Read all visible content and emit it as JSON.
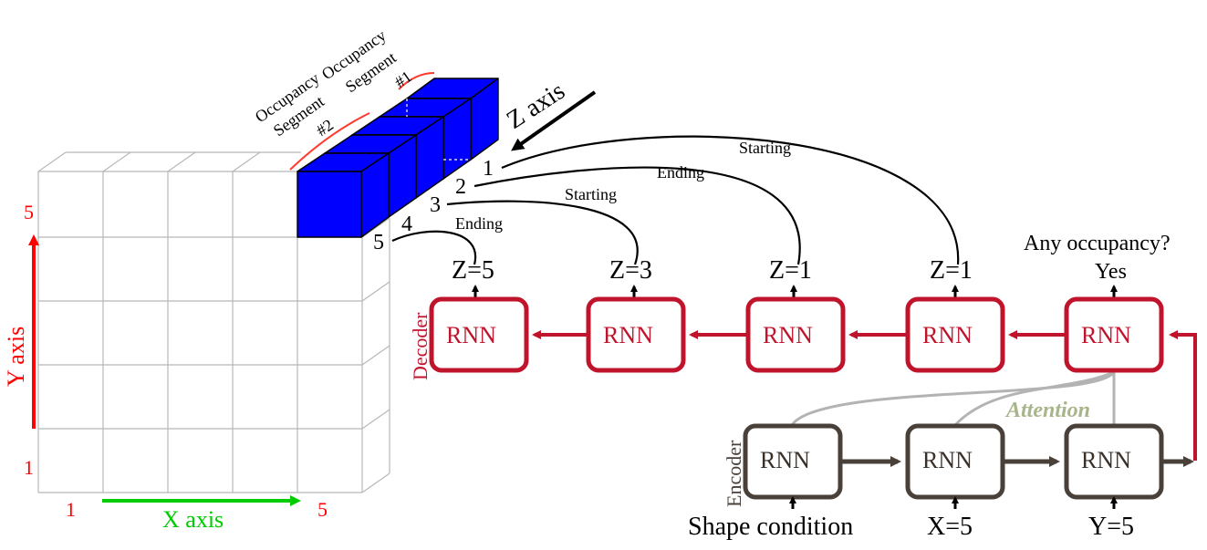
{
  "colors": {
    "grid": "#b8b8b8",
    "cube_fill": "#0000ff",
    "cube_stroke": "#000000",
    "decoder": "#c0142c",
    "decoder_text": "#c0142c",
    "encoder": "#4a403a",
    "encoder_text": "#3a302a",
    "attention_line": "#b3b3b3",
    "attention_text": "#a8b48a",
    "axis_y": "#ff0000",
    "axis_x": "#00cc00",
    "tick": "#ff0000",
    "brace": "#ff3b30"
  },
  "axes": {
    "x_label": "X axis",
    "y_label": "Y axis",
    "z_label": "Z axis",
    "x_tick_start": "1",
    "x_tick_end": "5",
    "y_tick_top": "5",
    "y_tick_bottom": "1"
  },
  "z_ticks": [
    "1",
    "2",
    "3",
    "4",
    "5"
  ],
  "segments": {
    "seg1_line1": "Occupancy",
    "seg1_line2": "Segment",
    "seg1_line3": "#1",
    "seg2_line1": "Occupancy",
    "seg2_line2": "Segment",
    "seg2_line3": "#2"
  },
  "decoder": {
    "label": "Decoder",
    "cell_label": "RNN",
    "outputs": [
      "Z=5",
      "Z=3",
      "Z=1",
      "Z=1",
      "Yes"
    ],
    "question": "Any occupancy?"
  },
  "encoder": {
    "label": "Encoder",
    "cell_label": "RNN",
    "inputs": [
      "Shape condition",
      "X=5",
      "Y=5"
    ],
    "attention": "Attention"
  },
  "arcs": {
    "far_starting": "Starting",
    "far_ending": "Ending",
    "near_starting": "Starting",
    "near_ending": "Ending"
  },
  "icons": [
    "arrow-up-icon",
    "arrow-left-icon",
    "arrow-right-icon"
  ]
}
